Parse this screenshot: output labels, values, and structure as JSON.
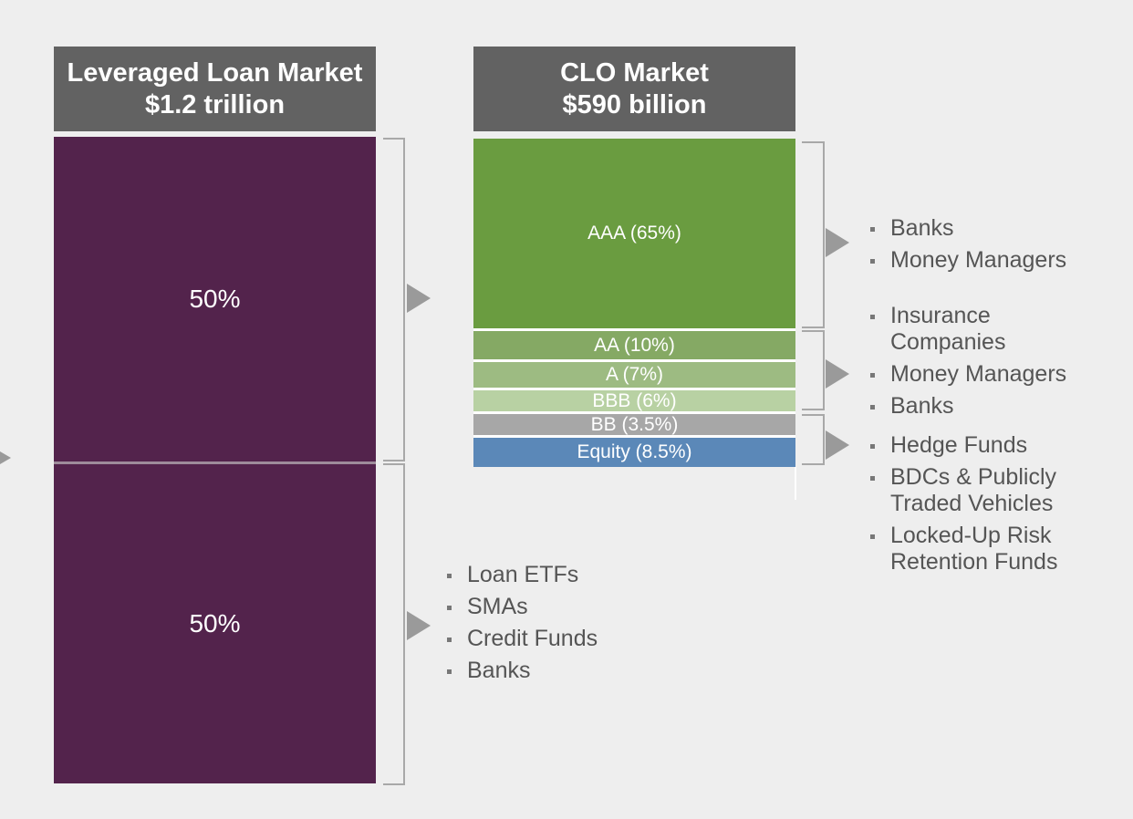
{
  "left_market": {
    "title_line1": "Leveraged Loan Market",
    "title_line2": "$1.2 trillion",
    "top_share": "50%",
    "bottom_share": "50%"
  },
  "clo_market": {
    "title_line1": "CLO Market",
    "title_line2": "$590 billion",
    "tranches": [
      {
        "label": "AAA (65%)",
        "pct": 65,
        "color": "#6a9c40"
      },
      {
        "label": "AA (10%)",
        "pct": 10,
        "color": "#85a964"
      },
      {
        "label": "A (7%)",
        "pct": 7,
        "color": "#9dbb82"
      },
      {
        "label": "BBB (6%)",
        "pct": 6,
        "color": "#b8d1a3"
      },
      {
        "label": "BB (3.5%)",
        "pct": 3.5,
        "color": "#a7a7a7"
      },
      {
        "label": "Equity (8.5%)",
        "pct": 8.5,
        "color": "#5b88b8"
      }
    ]
  },
  "investors": {
    "aaa": [
      "Banks",
      "Money Managers"
    ],
    "mezz": [
      "Insurance Companies",
      "Money Managers",
      "Banks"
    ],
    "equity": [
      "Hedge Funds",
      "BDCs & Publicly Traded Vehicles",
      "Locked-Up Risk Retention Funds"
    ],
    "loan_direct": [
      "Loan ETFs",
      "SMAs",
      "Credit Funds",
      "Banks"
    ]
  }
}
